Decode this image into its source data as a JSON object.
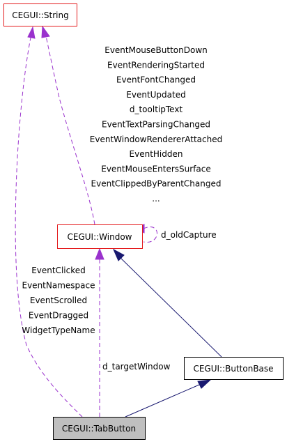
{
  "colors": {
    "node_border_red": "#e31a1c",
    "node_border_black": "#000000",
    "node_fill_highlight": "#bfbfbf",
    "edge_usage": "#9a32cd",
    "edge_inheritance": "#191970"
  },
  "nodes": {
    "string": "CEGUI::String",
    "window": "CEGUI::Window",
    "button_base": "CEGUI::ButtonBase",
    "tab_button": "CEGUI::TabButton"
  },
  "edge_labels": {
    "window_to_string": [
      "EventMouseButtonDown",
      "EventRenderingStarted",
      "EventFontChanged",
      "EventUpdated",
      "d_tooltipText",
      "EventTextParsingChanged",
      "EventWindowRendererAttached",
      "EventHidden",
      "EventMouseEntersSurface",
      "EventClippedByParentChanged",
      "..."
    ],
    "window_self": "d_oldCapture",
    "tabbutton_to_string": [
      "EventClicked",
      "EventNamespace",
      "EventScrolled",
      "EventDragged",
      "WidgetTypeName"
    ],
    "tabbutton_to_window": "d_targetWindow"
  }
}
